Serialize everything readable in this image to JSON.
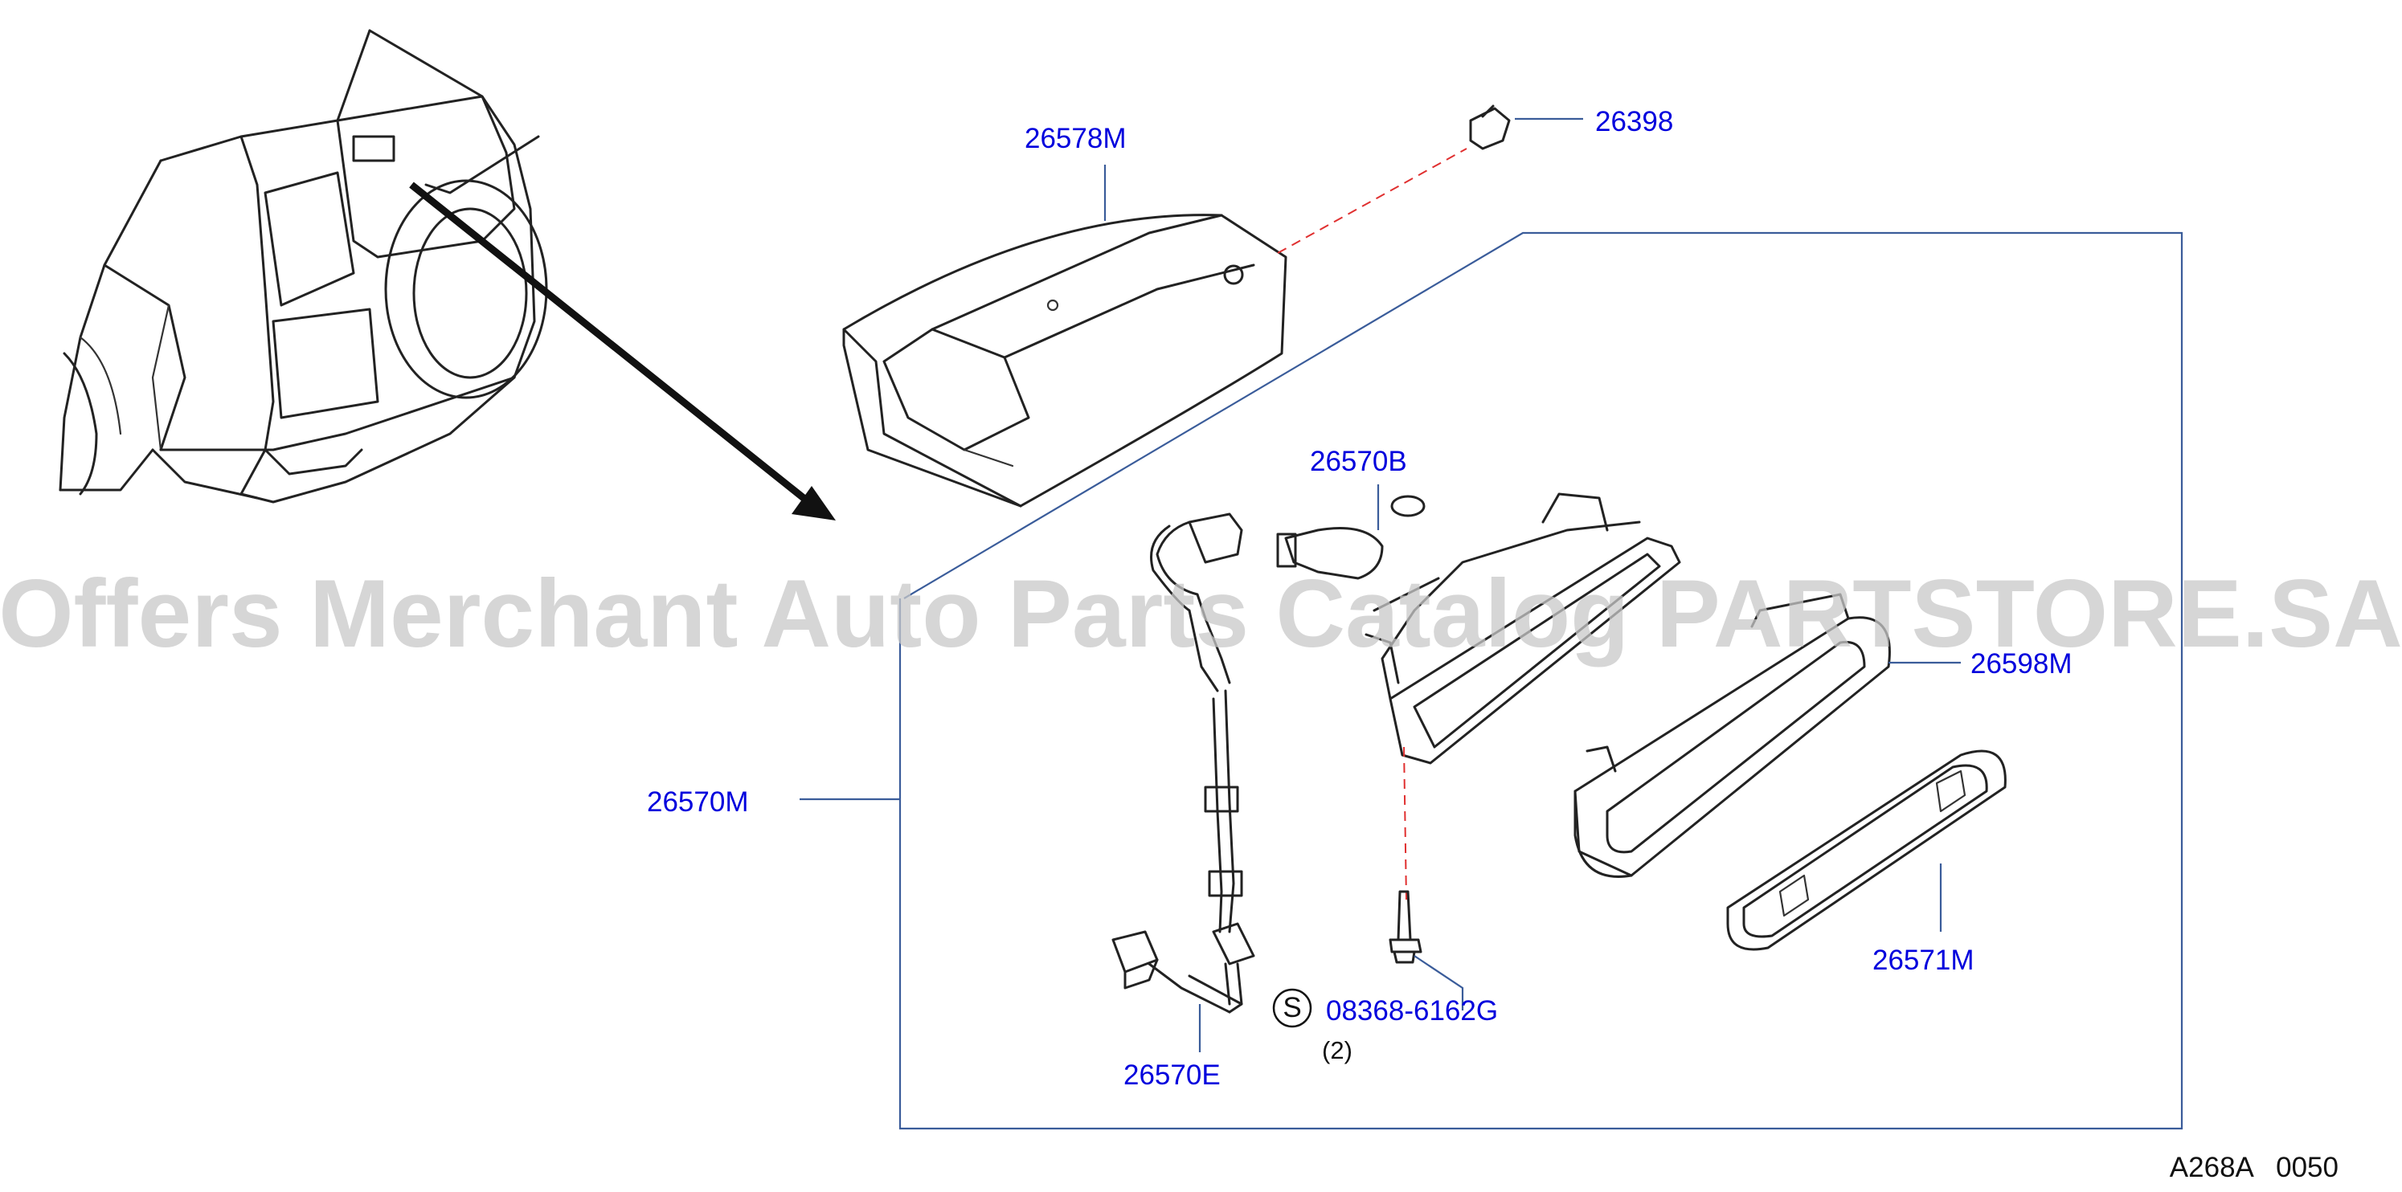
{
  "diagram": {
    "parts": {
      "p26578M": "26578M",
      "p26398": "26398",
      "p26570B": "26570B",
      "p26598M": "26598M",
      "p26570M": "26570M",
      "p26571M": "26571M",
      "p08368": "08368-6162G",
      "p26570E": "26570E"
    },
    "standard_part_mark": "S",
    "quantity": "(2)",
    "ref_code": "A268A   0050",
    "watermark": "Offers Merchant Auto Parts Catalog PARTSTORE.SA"
  },
  "colors": {
    "label": "#0000dd",
    "leader": "#3a5c9a",
    "dashed": "#e03030",
    "line": "#222222",
    "watermark": "#c8c8c8"
  }
}
